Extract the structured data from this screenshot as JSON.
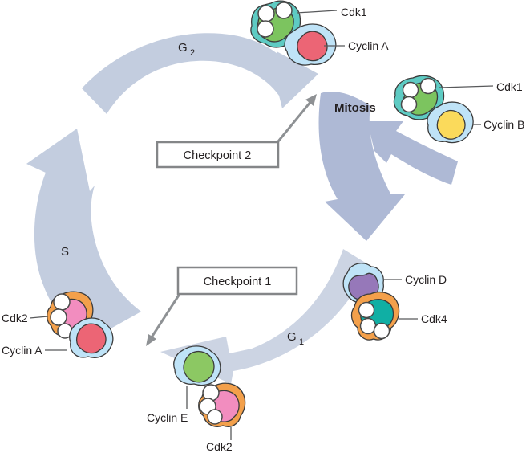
{
  "diagram": {
    "title_hint": "cell-cycle-diagram",
    "phases": {
      "g2": {
        "base": "G",
        "sub": "2"
      },
      "s": {
        "base": "S"
      },
      "g1": {
        "base": "G",
        "sub": "1"
      },
      "mitosis": {
        "label": "Mitosis"
      }
    },
    "checkpoints": {
      "c1": {
        "label": "Checkpoint 1"
      },
      "c2": {
        "label": "Checkpoint 2"
      }
    },
    "complexes": {
      "top": {
        "cdk_label": "Cdk1",
        "cyclin_label": "Cyclin A"
      },
      "right": {
        "cdk_label": "Cdk1",
        "cyclin_label": "Cyclin B"
      },
      "bottom_right": {
        "cyclin_label": "Cyclin D",
        "cdk_label": "Cdk4"
      },
      "bottom": {
        "cyclin_label": "Cyclin E",
        "cdk_label": "Cdk2"
      },
      "left": {
        "cdk_label": "Cdk2",
        "cyclin_label": "Cyclin A"
      }
    },
    "palette": {
      "arc_light": "#c3cddf",
      "arc_g1": "#ccd4e3",
      "mitosis_arrow": "#aeb9d5",
      "cdk_teal_outer": "#5ecbc3",
      "cdk_green_inner": "#7cc45f",
      "cyclin_blue_outer": "#bfe3f7",
      "cyclin_red_inner": "#ec6575",
      "cyclin_yellow_inner": "#fbda5b",
      "cyclin_purple_inner": "#9678b9",
      "cyclin_green_inner": "#8cc863",
      "cdk_orange_outer": "#f3a04b",
      "cdk_pink_inner": "#f28dbf",
      "cdk4_teal_inner": "#10afa4",
      "checkpoint_border": "#848688",
      "checkpoint_arrow": "#8e9194",
      "outline": "#3b3b3b",
      "text": "#231f20"
    }
  }
}
